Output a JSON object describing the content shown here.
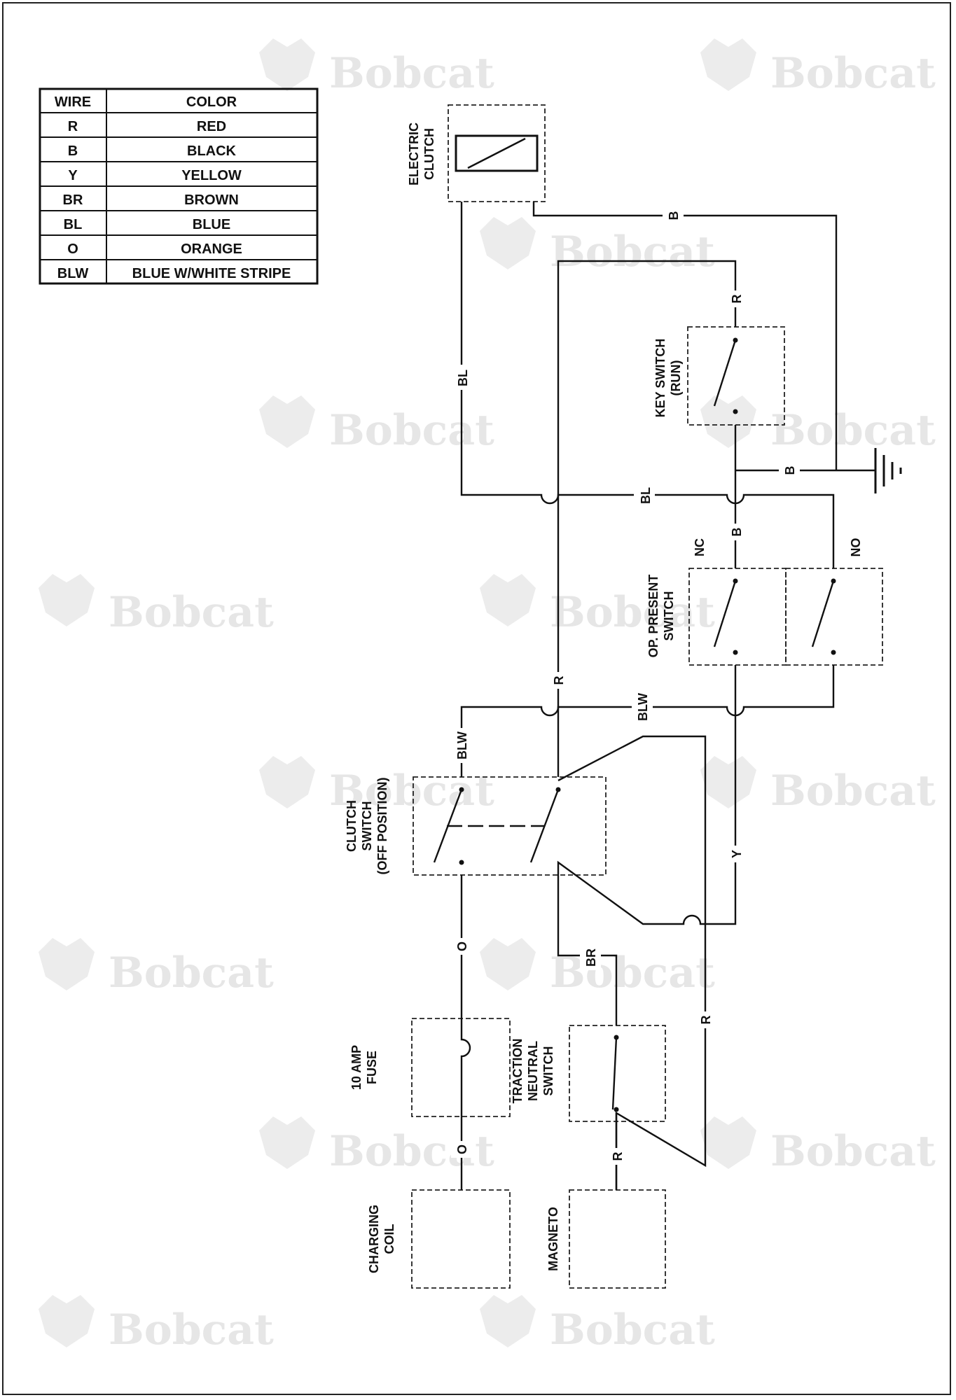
{
  "watermark": "Bobcat",
  "wire_table": {
    "headers": [
      "WIRE",
      "COLOR"
    ],
    "rows": [
      [
        "R",
        "RED"
      ],
      [
        "B",
        "BLACK"
      ],
      [
        "Y",
        "YELLOW"
      ],
      [
        "BR",
        "BROWN"
      ],
      [
        "BL",
        "BLUE"
      ],
      [
        "O",
        "ORANGE"
      ],
      [
        "BLW",
        "BLUE W/WHITE STRIPE"
      ]
    ]
  },
  "components": {
    "electric_clutch": [
      "ELECTRIC",
      "CLUTCH"
    ],
    "key_switch": [
      "KEY SWITCH",
      "(RUN)"
    ],
    "op_present_switch": [
      "OP. PRESENT",
      "SWITCH"
    ],
    "clutch_switch": [
      "CLUTCH",
      "SWITCH",
      "(OFF POSITION)"
    ],
    "fuse": [
      "10 AMP",
      "FUSE"
    ],
    "traction_neutral_switch": [
      "TRACTION",
      "NEUTRAL",
      "SWITCH"
    ],
    "charging_coil": [
      "CHARGING",
      "COIL"
    ],
    "magneto": [
      "MAGNETO"
    ],
    "nc": "NC",
    "no": "NO"
  },
  "wire_labels": {
    "b_top": "B",
    "r_top": "R",
    "bl_left": "BL",
    "bl_mid": "BL",
    "b_ground": "B",
    "b_mid": "B",
    "r_mid": "R",
    "blw_right": "BLW",
    "blw_left": "BLW",
    "y": "Y",
    "o_upper": "O",
    "o_lower": "O",
    "br": "BR",
    "r_right": "R",
    "r_lower": "R"
  }
}
